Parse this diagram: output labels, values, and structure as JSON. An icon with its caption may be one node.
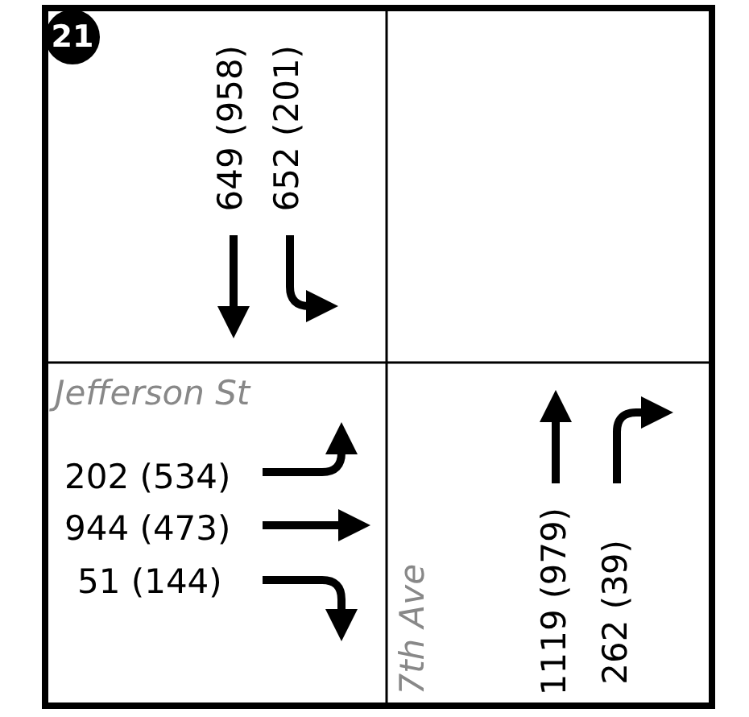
{
  "diagram": {
    "nodes": [
      {
        "text": [
          "21"
        ]
      }
    ],
    "labels": [
      "649 (958)",
      "652 (201)",
      "Jefferson St",
      "202 (534)",
      "944 (473)",
      "51 (144)",
      "7th Ave",
      "1119 (979)",
      "262 (39)"
    ]
  }
}
